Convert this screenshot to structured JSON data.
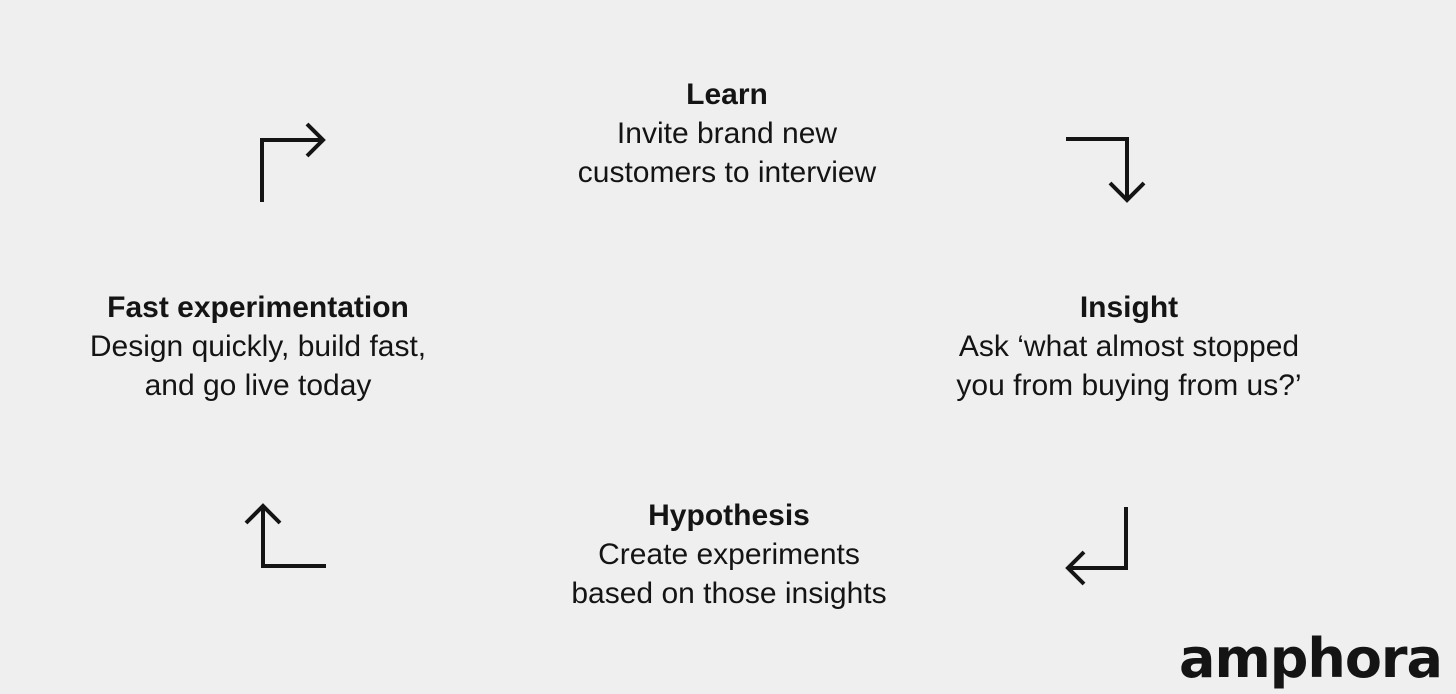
{
  "diagram": {
    "nodes": {
      "learn": {
        "title": "Learn",
        "lines": [
          "Invite brand new",
          "customers to interview"
        ]
      },
      "insight": {
        "title": "Insight",
        "lines": [
          "Ask ‘what almost stopped",
          "you from buying from us?’"
        ]
      },
      "hypothesis": {
        "title": "Hypothesis",
        "lines": [
          "Create experiments",
          "based on those insights"
        ]
      },
      "fast_experimentation": {
        "title": "Fast experimentation",
        "lines": [
          "Design quickly, build fast,",
          "and go live today"
        ]
      }
    },
    "arrows": [
      {
        "from": "fast_experimentation",
        "to": "learn",
        "icon": "arrow-up-right-icon"
      },
      {
        "from": "learn",
        "to": "insight",
        "icon": "arrow-right-down-icon"
      },
      {
        "from": "insight",
        "to": "hypothesis",
        "icon": "arrow-down-left-icon"
      },
      {
        "from": "hypothesis",
        "to": "fast_experimentation",
        "icon": "arrow-left-up-icon"
      }
    ],
    "stroke_color": "#141414",
    "background_color": "#efefef"
  },
  "brand": {
    "logo_text": "amphora"
  }
}
